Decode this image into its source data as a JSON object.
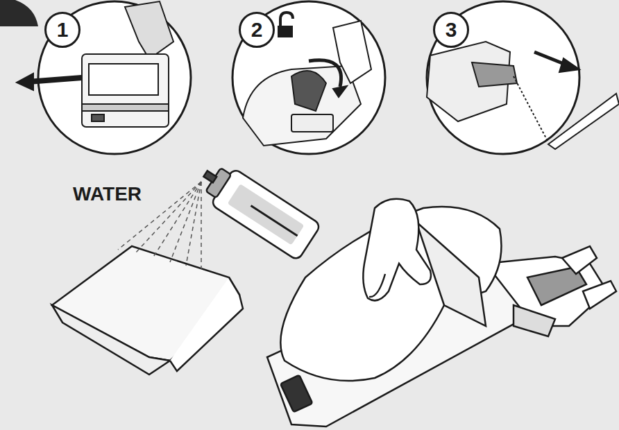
{
  "diagram": {
    "nodes": [
      {
        "text": [
          "1"
        ]
      },
      {
        "text": [
          "2"
        ]
      },
      {
        "text": [
          "3"
        ]
      }
    ],
    "labels": [
      "WATER"
    ]
  }
}
